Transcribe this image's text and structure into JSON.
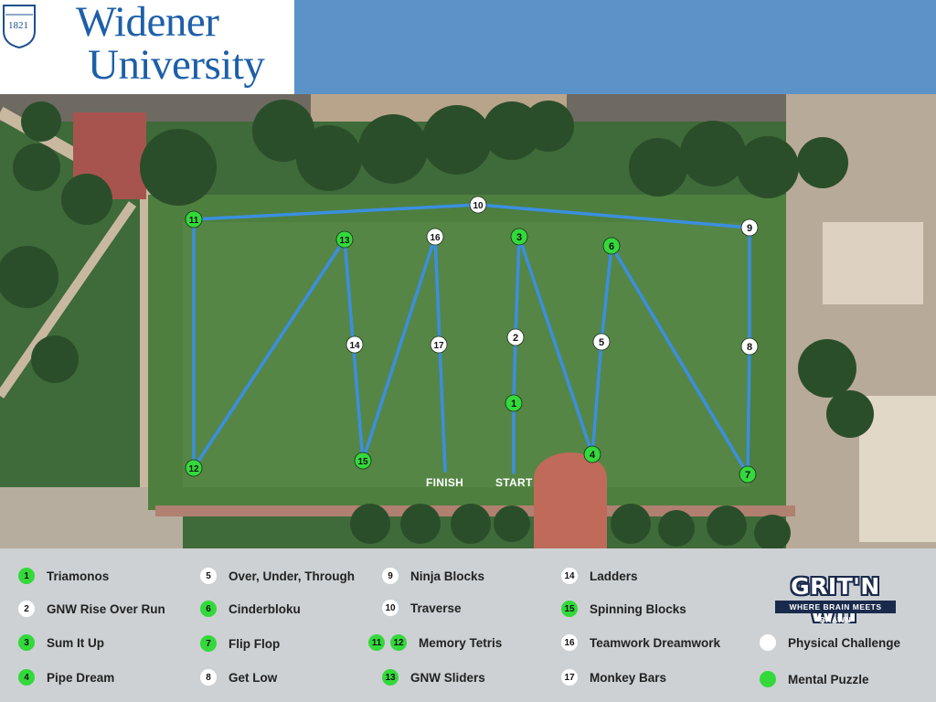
{
  "header": {
    "university_line1": "Widener",
    "university_line2": "University",
    "shield_year": "1821",
    "colors": {
      "header_bar": "#5b93c9",
      "logo_text": "#1d5fa9"
    }
  },
  "map": {
    "colors": {
      "route": "#3b8fe0",
      "mental": "#33d93b",
      "physical": "#ffffff"
    },
    "start_label": "START",
    "finish_label": "FINISH",
    "stations": [
      {
        "num": "1",
        "type": "mental"
      },
      {
        "num": "2",
        "type": "physical"
      },
      {
        "num": "3",
        "type": "mental"
      },
      {
        "num": "4",
        "type": "mental"
      },
      {
        "num": "5",
        "type": "physical"
      },
      {
        "num": "6",
        "type": "mental"
      },
      {
        "num": "7",
        "type": "mental"
      },
      {
        "num": "8",
        "type": "physical"
      },
      {
        "num": "9",
        "type": "physical"
      },
      {
        "num": "10",
        "type": "physical"
      },
      {
        "num": "11",
        "type": "mental"
      },
      {
        "num": "12",
        "type": "mental"
      },
      {
        "num": "13",
        "type": "mental"
      },
      {
        "num": "14",
        "type": "physical"
      },
      {
        "num": "15",
        "type": "mental"
      },
      {
        "num": "16",
        "type": "physical"
      },
      {
        "num": "17",
        "type": "physical"
      }
    ]
  },
  "legend": {
    "items": [
      {
        "nums": [
          "1"
        ],
        "types": [
          "mental"
        ],
        "label": "Triamonos"
      },
      {
        "nums": [
          "2"
        ],
        "types": [
          "physical"
        ],
        "label": "GNW Rise Over Run"
      },
      {
        "nums": [
          "3"
        ],
        "types": [
          "mental"
        ],
        "label": "Sum It Up"
      },
      {
        "nums": [
          "4"
        ],
        "types": [
          "mental"
        ],
        "label": "Pipe Dream"
      },
      {
        "nums": [
          "5"
        ],
        "types": [
          "physical"
        ],
        "label": "Over, Under, Through"
      },
      {
        "nums": [
          "6"
        ],
        "types": [
          "mental"
        ],
        "label": "Cinderbloku"
      },
      {
        "nums": [
          "7"
        ],
        "types": [
          "mental"
        ],
        "label": "Flip Flop"
      },
      {
        "nums": [
          "8"
        ],
        "types": [
          "physical"
        ],
        "label": "Get Low"
      },
      {
        "nums": [
          "9"
        ],
        "types": [
          "physical"
        ],
        "label": "Ninja Blocks"
      },
      {
        "nums": [
          "10"
        ],
        "types": [
          "physical"
        ],
        "label": "Traverse"
      },
      {
        "nums": [
          "11",
          "12"
        ],
        "types": [
          "mental",
          "mental"
        ],
        "label": "Memory Tetris"
      },
      {
        "nums": [
          "13"
        ],
        "types": [
          "mental"
        ],
        "label": "GNW Sliders"
      },
      {
        "nums": [
          "14"
        ],
        "types": [
          "physical"
        ],
        "label": "Ladders"
      },
      {
        "nums": [
          "15"
        ],
        "types": [
          "mental"
        ],
        "label": "Spinning Blocks"
      },
      {
        "nums": [
          "16"
        ],
        "types": [
          "physical"
        ],
        "label": "Teamwork Dreamwork"
      },
      {
        "nums": [
          "17"
        ],
        "types": [
          "physical"
        ],
        "label": "Monkey Bars"
      },
      {
        "nums": [
          ""
        ],
        "types": [
          "physical"
        ],
        "label": "Physical Challenge"
      },
      {
        "nums": [
          ""
        ],
        "types": [
          "mental"
        ],
        "label": "Mental Puzzle"
      }
    ]
  },
  "brand": {
    "name": "GRIT'N WIT",
    "tagline": "WHERE BRAIN MEETS BRAWN"
  }
}
